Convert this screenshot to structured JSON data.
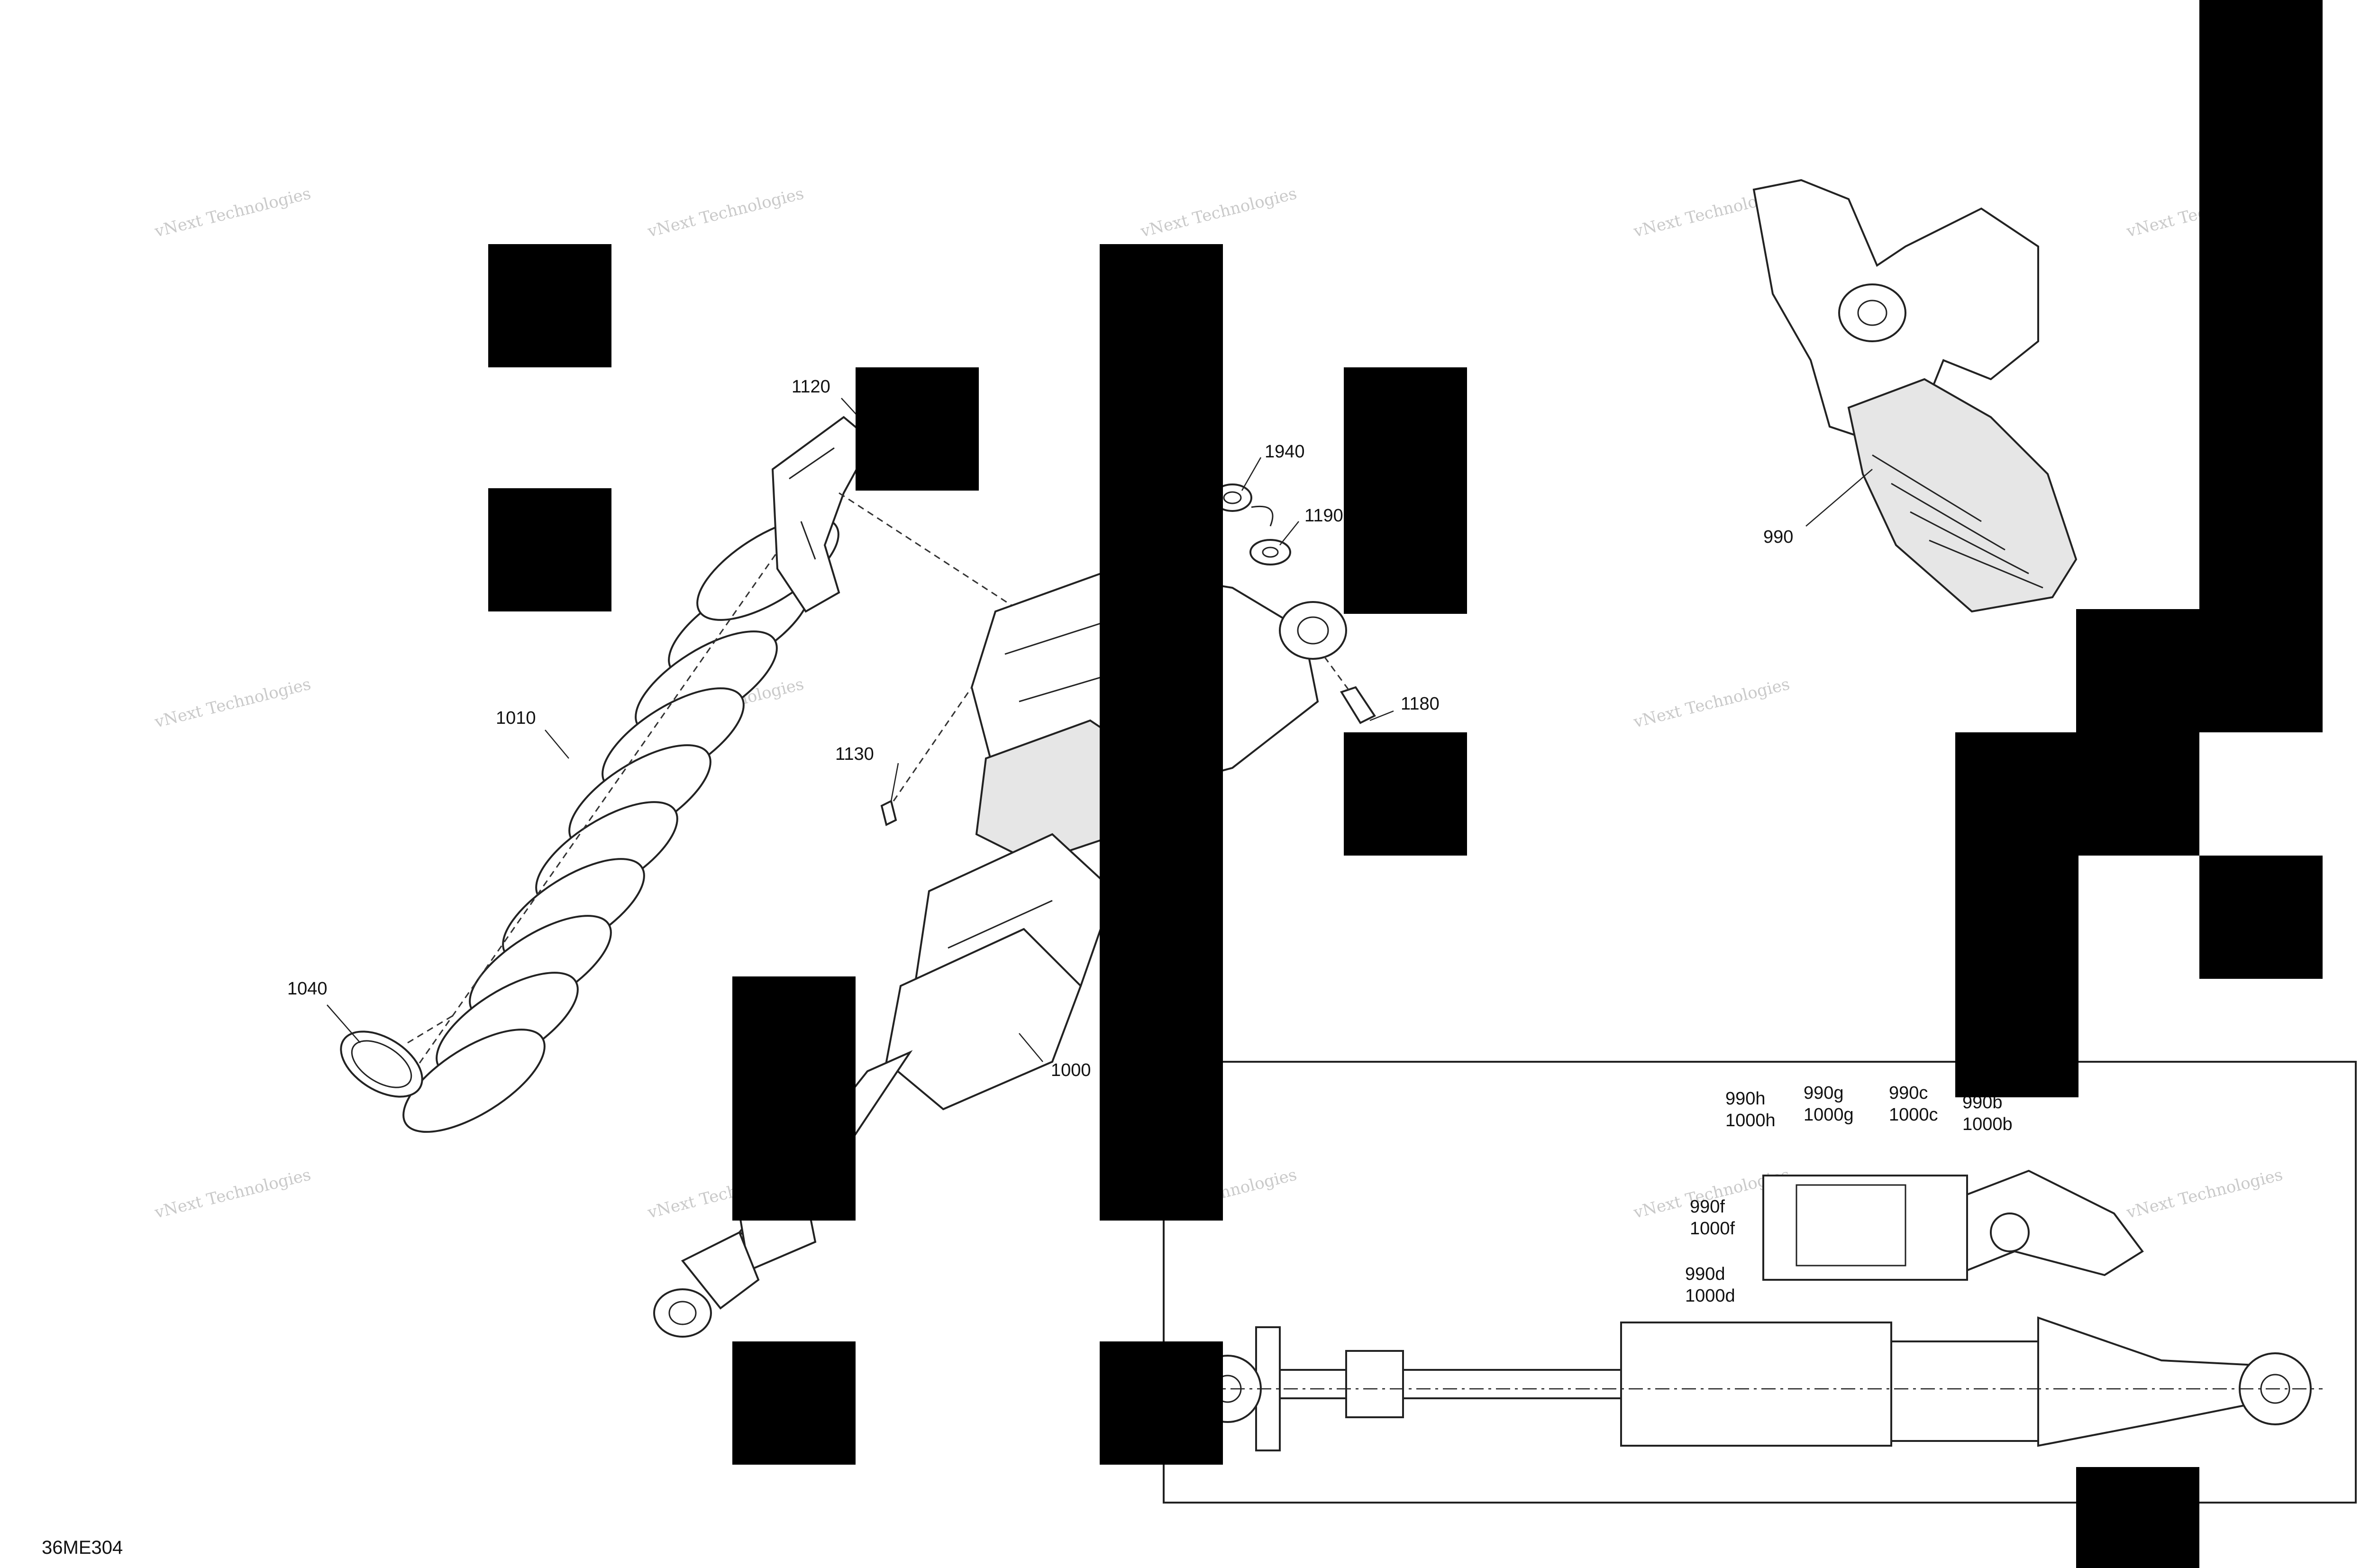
{
  "diagram": {
    "document_id": "36ME304",
    "watermark_text": "vNext Technologies",
    "callouts": {
      "c990": "990",
      "c1000": "1000",
      "c1010": "1010",
      "c1040": "1040",
      "c1120": "1120",
      "c1130": "1130",
      "c1180": "1180",
      "c1190": "1190",
      "c1940": "1940"
    },
    "inset_callouts": {
      "c990h": "990h",
      "c1000h": "1000h",
      "c990g": "990g",
      "c1000g": "1000g",
      "c990c": "990c",
      "c1000c": "1000c",
      "c990b": "990b",
      "c1000b": "1000b",
      "c990f": "990f",
      "c1000f": "1000f",
      "c990d": "990d",
      "c1000d": "1000d"
    }
  }
}
